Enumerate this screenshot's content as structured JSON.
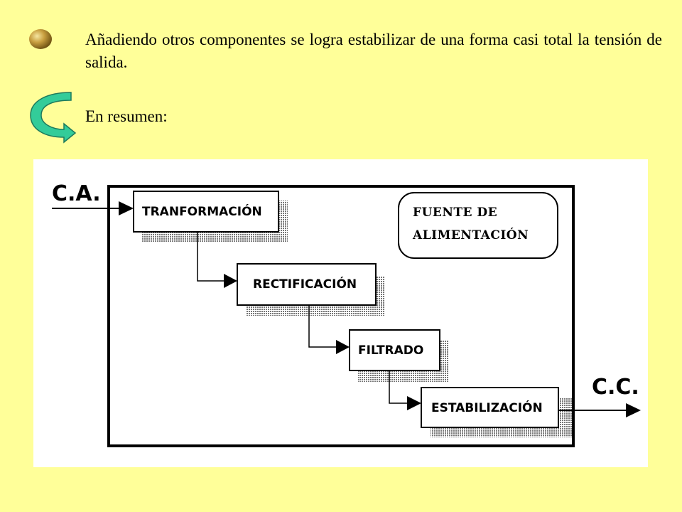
{
  "slide": {
    "paragraph1": "Añadiendo otros componentes se logra estabilizar de una forma casi total la tensión de salida.",
    "paragraph2": "En resumen:"
  },
  "diagram": {
    "input_label": "C.A.",
    "output_label": "C.C.",
    "title_line1": "FUENTE DE",
    "title_line2": "ALIMENTACIÓN",
    "stages": [
      "TRANFORMACIÓN",
      "RECTIFICACIÓN",
      "FILTRADO",
      "ESTABILIZACIÓN"
    ]
  },
  "colors": {
    "background": "#ffff99",
    "arrow_green": "#33cc99",
    "bullet_gold": "#c9a040"
  }
}
